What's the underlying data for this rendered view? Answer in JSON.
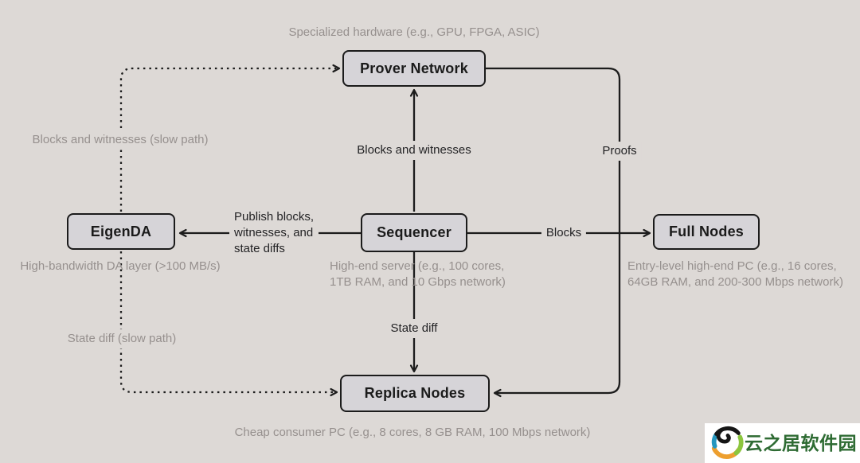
{
  "colors": {
    "background": "#DDD9D6",
    "node_fill": "#D6D4D8",
    "node_border": "#1b1b1b",
    "line": "#1c1c1c",
    "text_dark": "#232325",
    "text_gray": "#96908E",
    "watermark_green": "#2E6B33",
    "watermark_bg": "#ffffff"
  },
  "nodes": {
    "prover": {
      "label": "Prover Network",
      "caption": "Specialized hardware (e.g., GPU, FPGA, ASIC)"
    },
    "eigenda": {
      "label": "EigenDA",
      "caption": "High-bandwidth DA layer (>100 MB/s)"
    },
    "sequencer": {
      "label": "Sequencer",
      "caption": "High-end server (e.g., 100 cores,\n1TB RAM, and 10 Gbps network)"
    },
    "full_nodes": {
      "label": "Full Nodes",
      "caption": "Entry-level high-end PC (e.g., 16 cores,\n64GB RAM, and 200-300 Mbps network)"
    },
    "replica_nodes": {
      "label": "Replica Nodes",
      "caption": "Cheap consumer PC (e.g., 8 cores, 8 GB RAM, 100 Mbps network)"
    }
  },
  "edge_labels": {
    "eigenda_to_prover": "Blocks and witnesses (slow path)",
    "sequencer_to_prover": "Blocks and witnesses",
    "prover_to_replica": "Proofs",
    "sequencer_to_eigenda": "Publish blocks,\nwitnesses, and\nstate diffs",
    "sequencer_to_full_nodes": "Blocks",
    "sequencer_to_replica": "State diff",
    "eigenda_to_replica": "State diff (slow path)"
  },
  "watermark": {
    "text": "云之居软件园"
  }
}
